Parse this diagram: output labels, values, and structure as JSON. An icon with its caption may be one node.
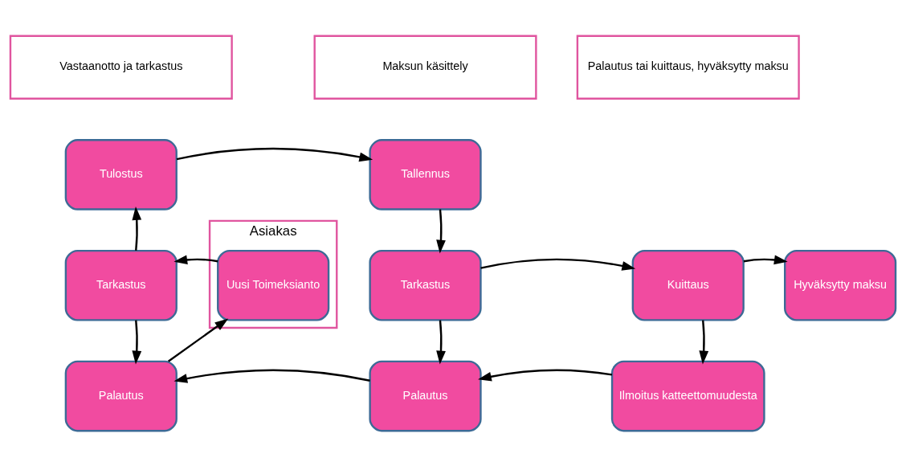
{
  "diagram": {
    "nodes": [
      {
        "text": [
          "Vastaanotto ja tarkastus"
        ]
      },
      {
        "text": [
          "Maksun käsittely"
        ]
      },
      {
        "text": [
          "Palautus tai kuittaus, hyväksytty maksu"
        ]
      },
      {
        "text": [
          "Asiakas"
        ]
      },
      {
        "text": [
          "Uusi Toimeksianto"
        ],
        "in": 3
      },
      {
        "text": [
          "Tulostus"
        ]
      },
      {
        "text": [
          "Tarkastus"
        ]
      },
      {
        "text": [
          "Palautus"
        ]
      },
      {
        "text": [
          "Tallennus"
        ]
      },
      {
        "text": [
          "Tarkastus"
        ]
      },
      {
        "text": [
          "Palautus"
        ]
      },
      {
        "text": [
          "Kuittaus"
        ]
      },
      {
        "text": [
          "Hyväksytty maksu"
        ]
      },
      {
        "text": [
          "Ilmoitus katteettomuudesta"
        ]
      }
    ],
    "edges": [
      {
        "from": 4,
        "to": 6,
        "arrow": "to"
      },
      {
        "from": 6,
        "to": 5,
        "arrow": "to"
      },
      {
        "from": 6,
        "to": 7,
        "arrow": "to"
      },
      {
        "from": 7,
        "to": 4,
        "arrow": "to"
      },
      {
        "from": 5,
        "to": 8,
        "arrow": "to"
      },
      {
        "from": 8,
        "to": 9,
        "arrow": "to"
      },
      {
        "from": 9,
        "to": 11,
        "arrow": "to"
      },
      {
        "from": 9,
        "to": 10,
        "arrow": "to"
      },
      {
        "from": 10,
        "to": 7,
        "arrow": "to"
      },
      {
        "from": 11,
        "to": 12,
        "arrow": "to"
      },
      {
        "from": 11,
        "to": 13,
        "arrow": "to"
      },
      {
        "from": 13,
        "to": 10,
        "arrow": "to"
      }
    ]
  }
}
